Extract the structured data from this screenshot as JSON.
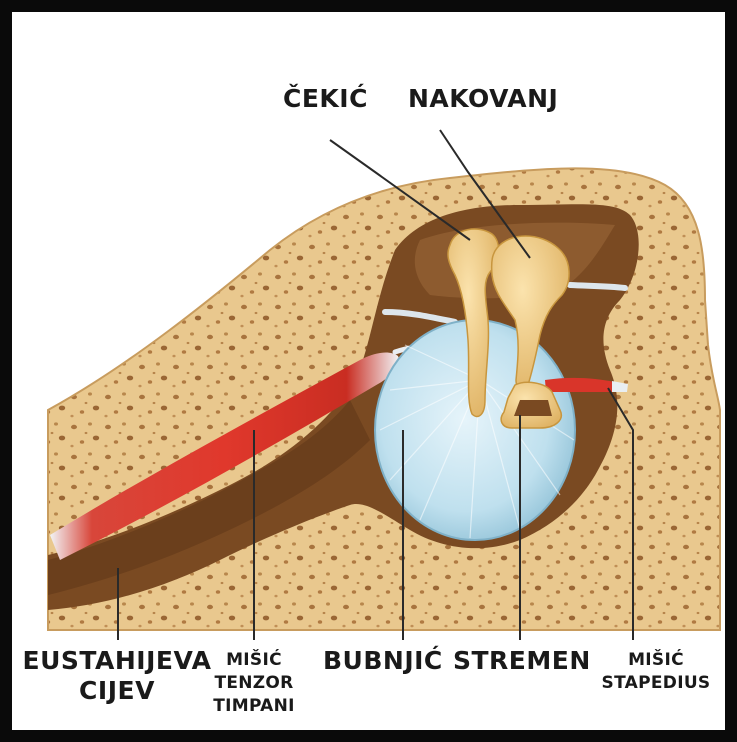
{
  "labels": {
    "malleus": "ČEKIĆ",
    "incus": "NAKOVANJ",
    "eustachian_line1": "EUSTAHIJEVA",
    "eustachian_line2": "CIJEV",
    "tensor_line1": "MIŠIĆ",
    "tensor_line2": "TENZOR",
    "tensor_line3": "TIMPANI",
    "eardrum": "BUBNJIĆ",
    "stapes": "STREMEN",
    "stapedius_line1": "MIŠIĆ",
    "stapedius_line2": "STAPEDIUS"
  },
  "colors": {
    "frame": "#0a0a0a",
    "bone": "#e9c88e",
    "bone_dark": "#c89c5e",
    "cavity": "#7a4a22",
    "cavity_light": "#9c6a3a",
    "eardrum": "#bfe0ee",
    "ossicle": "#f3cf86",
    "muscle": "#d9352a",
    "tendon": "#e9eef2"
  }
}
